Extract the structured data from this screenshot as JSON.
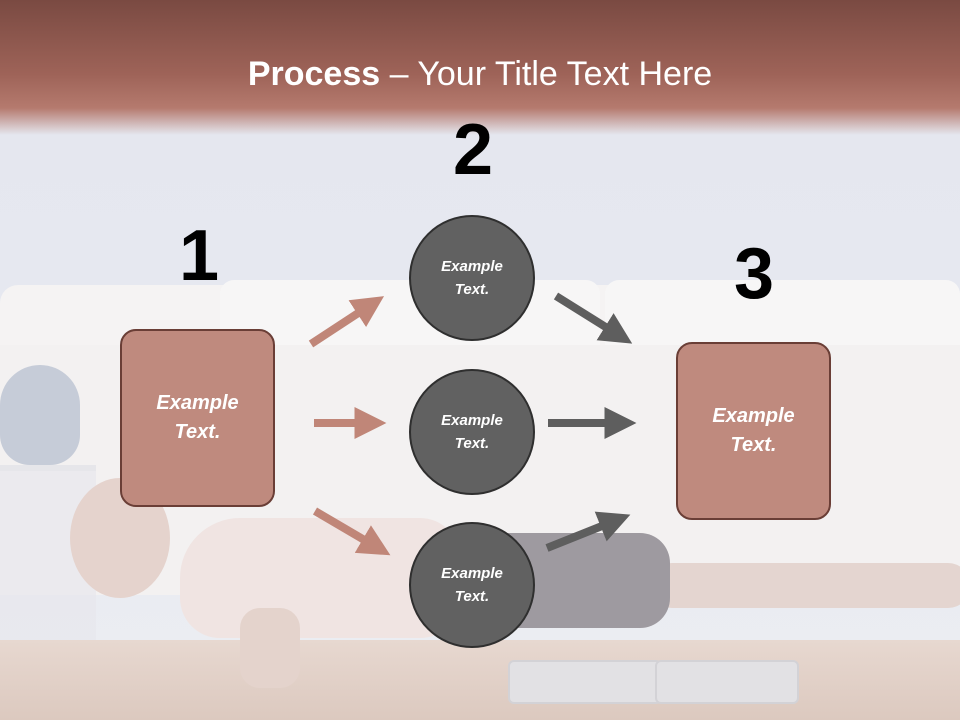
{
  "title": {
    "bold": "Process",
    "dash": " – ",
    "rest": "Your Title Text Here"
  },
  "steps": {
    "one": "1",
    "two": "2",
    "three": "3"
  },
  "left_box": {
    "text": "Example Text."
  },
  "right_box": {
    "text": "Example Text."
  },
  "circles": [
    {
      "text": "Example Text."
    },
    {
      "text": "Example Text."
    },
    {
      "text": "Example Text."
    }
  ],
  "colors": {
    "title_band": "#9e6358",
    "box_fill": "#bf8a7e",
    "box_border": "#6a3e36",
    "circle_fill": "#616161",
    "arrow_left": "#c08678",
    "arrow_right": "#5e5e5e"
  }
}
